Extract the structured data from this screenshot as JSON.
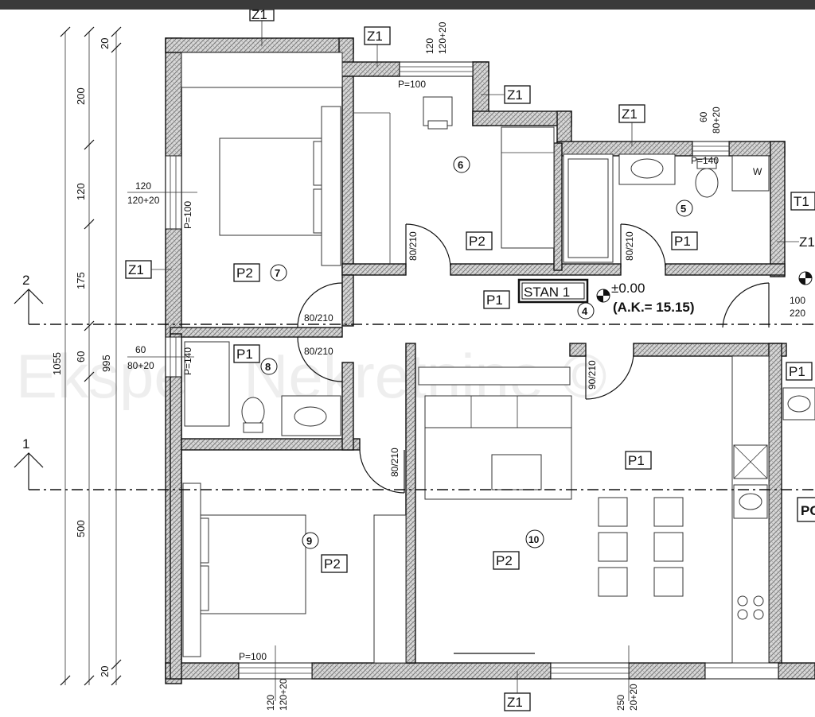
{
  "rooms": [
    {
      "num": "6"
    },
    {
      "num": "5"
    },
    {
      "num": "7"
    },
    {
      "num": "8"
    },
    {
      "num": "4"
    },
    {
      "num": "9"
    },
    {
      "num": "10"
    }
  ],
  "floor_tags": {
    "p1": "P1",
    "p2": "P2",
    "z1": "Z1",
    "t1": "T1",
    "pc": "PC"
  },
  "unit": {
    "name": "STAN 1",
    "level": "±0.00",
    "ak": "(A.K.= 15.15)"
  },
  "door_labels": [
    "80/210",
    "90/210"
  ],
  "window_labels": {
    "w120": "120",
    "w120s": "120+20",
    "w60": "60",
    "w60s": "80+20",
    "p100": "P=100",
    "p140": "P=140",
    "w250": "250",
    "w250s": "20+20"
  },
  "side_label": "W",
  "right_dims": {
    "d100": "100",
    "d220": "220"
  },
  "vertical_dims": {
    "seg": [
      "20",
      "200",
      "120",
      "175",
      "60",
      "500",
      "20"
    ],
    "total_inner": "995",
    "total_outer": "1055"
  },
  "sections": [
    "2",
    "1"
  ],
  "watermark": "Ekspert Nekretnine ©"
}
